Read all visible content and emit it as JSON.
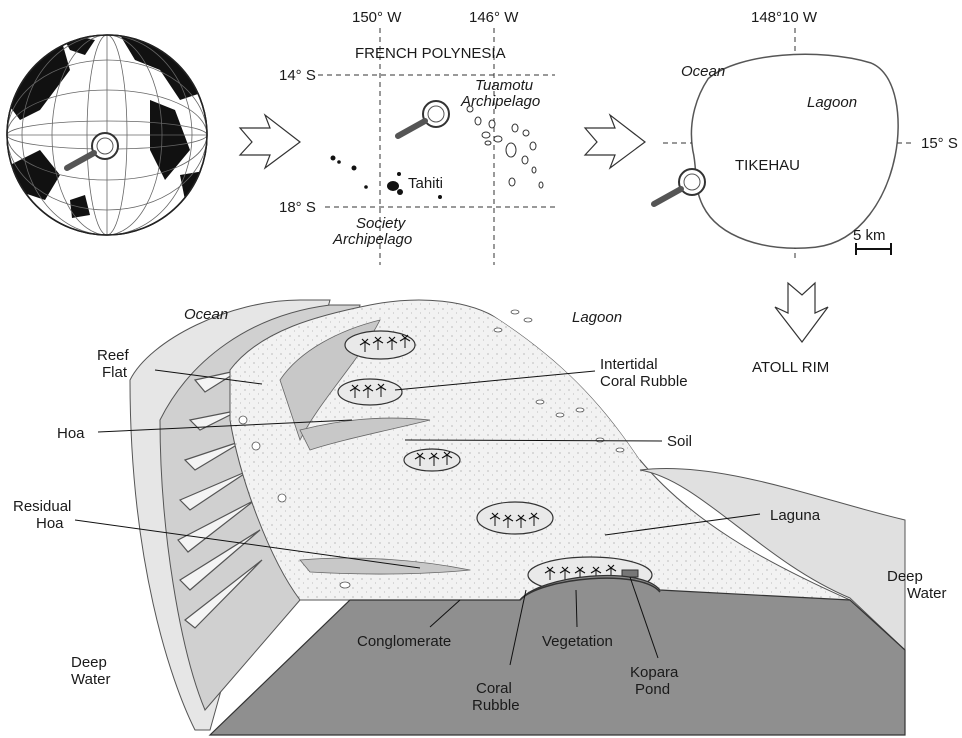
{
  "colors": {
    "land": "#111111",
    "ocean_light": "#f4f4f4",
    "reef_grey": "#c9c9c9",
    "base_grey": "#8f8f8f",
    "deep_grey": "#e2e2e2",
    "line": "#333333"
  },
  "icons": [
    "globe-icon",
    "magnifier-icon",
    "arrow-right-icon",
    "arrow-down-icon",
    "palm-tree-icon"
  ],
  "globe_panel": {},
  "polynesia_map": {
    "title": "FRENCH POLYNESIA",
    "lon_labels": [
      "150° W",
      "146° W"
    ],
    "lat_labels": [
      "14° S",
      "18° S"
    ],
    "tuamotu": [
      "Tuamotu",
      "Archipelago"
    ],
    "tahiti": "Tahiti",
    "society": [
      "Society",
      "Archipelago"
    ]
  },
  "tikehau_map": {
    "lon_label": "148°10 W",
    "lat_label": "15° S",
    "ocean": "Ocean",
    "lagoon": "Lagoon",
    "name": "TIKEHAU",
    "scale": "5 km"
  },
  "block_diagram": {
    "ocean": "Ocean",
    "lagoon": "Lagoon",
    "atoll_rim": "ATOLL RIM",
    "reef_flat": [
      "Reef",
      "Flat"
    ],
    "hoa": "Hoa",
    "residual_hoa": [
      "Residual",
      "Hoa"
    ],
    "deep_water_left": [
      "Deep",
      "Water"
    ],
    "deep_water_right": [
      "Deep",
      "Water"
    ],
    "intertidal": [
      "Intertidal",
      "Coral Rubble"
    ],
    "soil": "Soil",
    "laguna": "Laguna",
    "conglomerate": "Conglomerate",
    "vegetation": "Vegetation",
    "coral_rubble": [
      "Coral",
      "Rubble"
    ],
    "kopara_pond": [
      "Kopara",
      "Pond"
    ]
  }
}
